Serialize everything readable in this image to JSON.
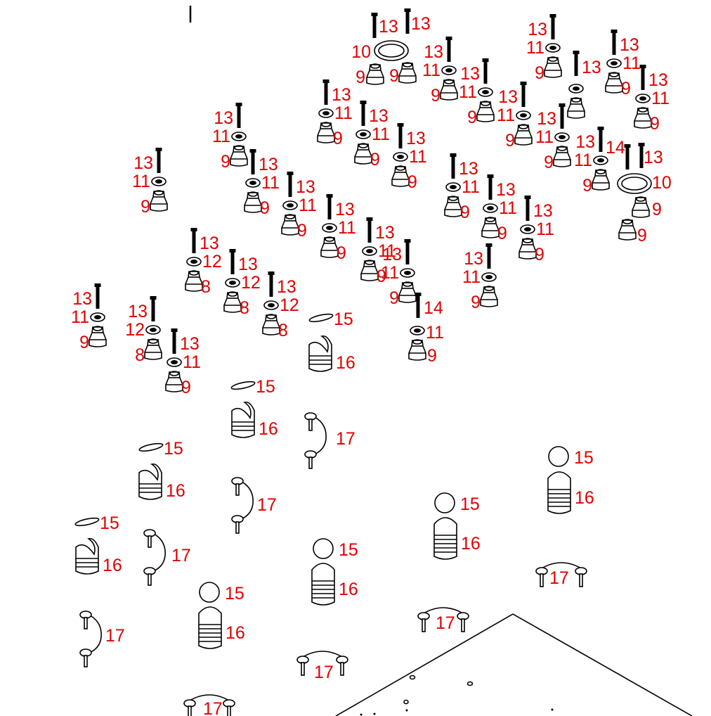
{
  "diagram": {
    "kind": "exploded parts view",
    "callout_color": "#e00000",
    "callouts": {
      "p8": "8",
      "p9": "9",
      "p10": "10",
      "p11": "11",
      "p12": "12",
      "p13": "13",
      "p14": "14",
      "p15": "15",
      "p16": "16",
      "p17": "17"
    }
  }
}
